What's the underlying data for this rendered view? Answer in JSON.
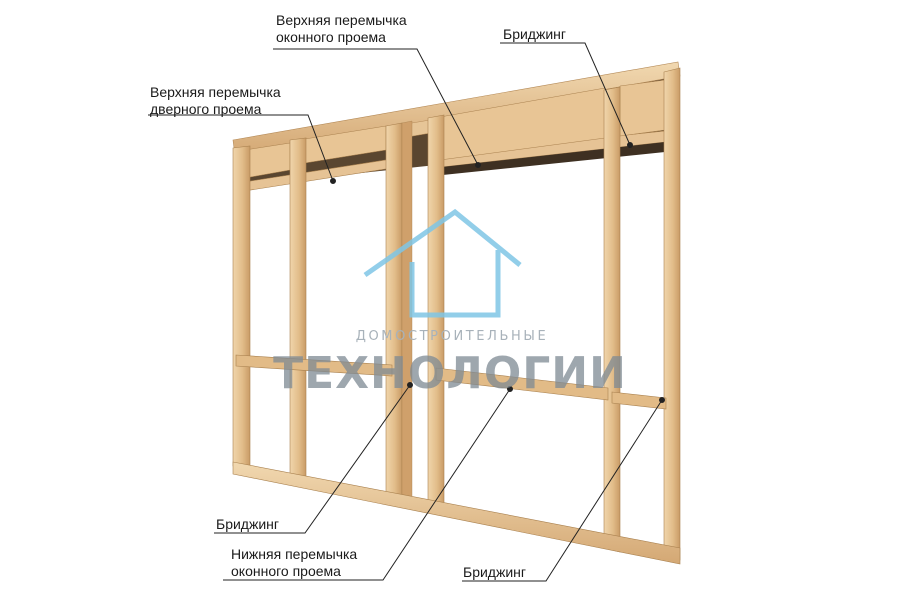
{
  "labels": {
    "top_window_header": [
      "Верхняя перемычка",
      "оконного проема"
    ],
    "top_bridging": "Бриджинг",
    "top_door_header": [
      "Верхняя перемычка",
      "дверного проема"
    ],
    "bottom_bridging_left": "Бриджинг",
    "bottom_window_sill": [
      "Нижняя перемычка",
      "оконного проема"
    ],
    "bottom_bridging_right": "Бриджинг"
  },
  "watermark": {
    "small": "ДОМОСТРОИТЕЛЬНЫЕ",
    "big": "ТЕХНОЛОГИИ",
    "icon": "house-outline-icon",
    "color": "#7fc6e6"
  },
  "colors": {
    "wood_light": "#e9c89a",
    "wood_mid": "#d9b07a",
    "wood_dark": "#b98d5a",
    "wood_shadow": "#8a6a45",
    "leader_line": "#222222"
  }
}
